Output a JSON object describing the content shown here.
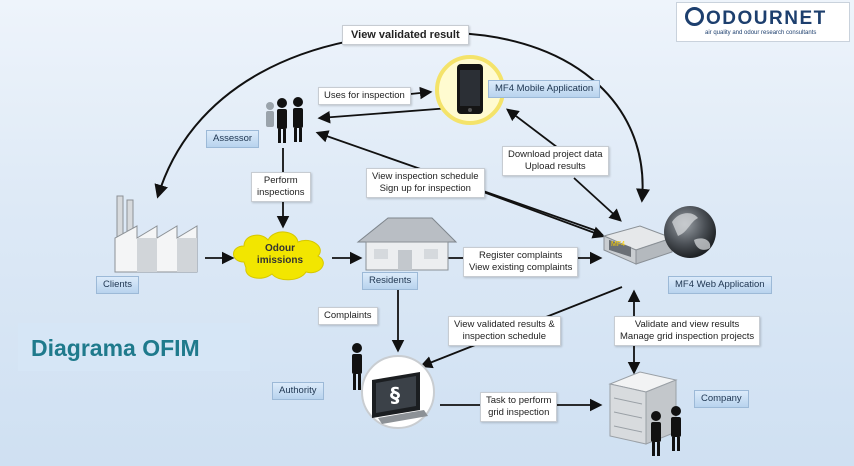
{
  "logo": {
    "wordmark": "ODOURNET",
    "tagline": "air quality and odour research consultants"
  },
  "title": "Diagrama OFIM",
  "nodes": {
    "clients": "Clients",
    "odour": [
      "Odour",
      "imissions"
    ],
    "residents": "Residents",
    "assessor": "Assessor",
    "mobile_app": "MF4 Mobile Application",
    "web_app": "MF4 Web Application",
    "authority": "Authority",
    "company": "Company"
  },
  "edge_labels": {
    "view_validated_result": "View validated result",
    "uses_for_inspection": "Uses for inspection",
    "perform_inspections": [
      "Perform",
      "inspections"
    ],
    "view_schedule": [
      "View inspection schedule",
      "Sign up for inspection"
    ],
    "download_upload": [
      "Download project data",
      "Upload results"
    ],
    "register_complaints": [
      "Register complaints",
      "View existing complaints"
    ],
    "complaints": "Complaints",
    "view_validated_results": [
      "View validated results &",
      "inspection schedule"
    ],
    "validate_manage": [
      "Validate and view results",
      "Manage grid inspection projects"
    ],
    "task_grid": [
      "Task to perform",
      "grid inspection"
    ]
  },
  "device_labels": {
    "server_screen": "MF4",
    "law_symbol": "§"
  },
  "colors": {
    "odour": "#f2e600",
    "title": "#1f7a8c",
    "logo": "#1d3f6e"
  }
}
